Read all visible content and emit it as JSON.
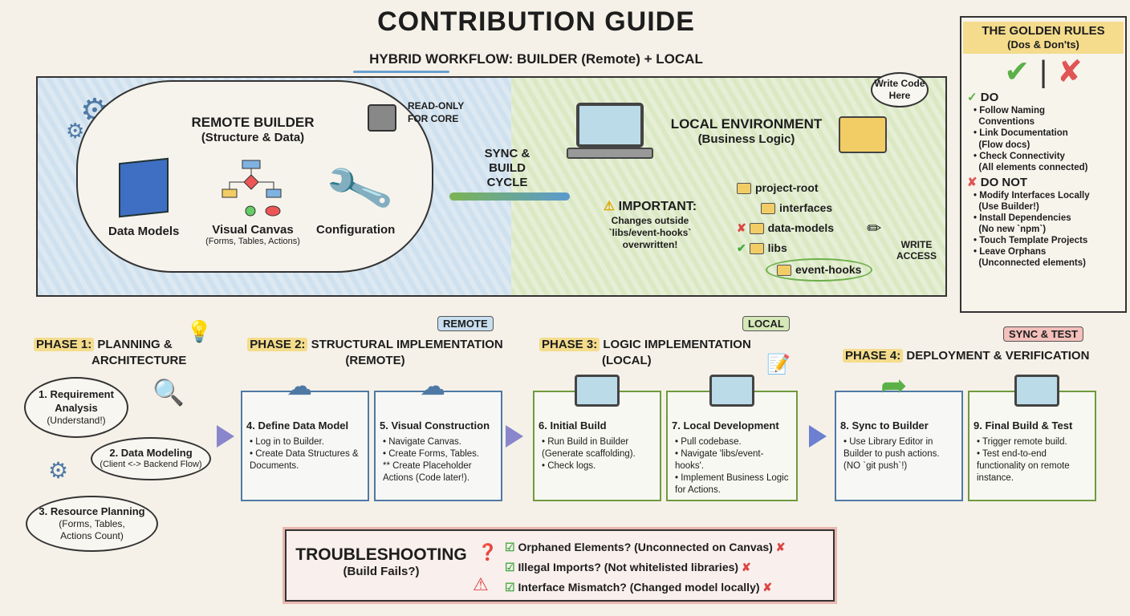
{
  "title": "CONTRIBUTION GUIDE",
  "subtitle": "HYBRID WORKFLOW: BUILDER (Remote) + LOCAL",
  "remote": {
    "title": "REMOTE BUILDER",
    "subtitle": "(Structure & Data)",
    "readonly": "READ-ONLY FOR CORE",
    "items": [
      {
        "label": "Data Models"
      },
      {
        "label": "Visual Canvas",
        "sub": "(Forms, Tables, Actions)"
      },
      {
        "label": "Configuration"
      }
    ]
  },
  "sync": "SYNC & BUILD CYCLE",
  "local": {
    "title": "LOCAL ENVIRONMENT",
    "subtitle": "(Business Logic)",
    "thought": "Write Code Here",
    "important_title": "IMPORTANT:",
    "important_text": "Changes outside `libs/event-hooks` overwritten!",
    "tree": [
      "project-root",
      "interfaces",
      "data-models",
      "libs",
      "event-hooks"
    ],
    "write_access": "WRITE ACCESS"
  },
  "rules": {
    "title": "THE GOLDEN RULES",
    "subtitle": "(Dos & Don'ts)",
    "do_label": "DO",
    "do": [
      [
        "Follow Naming",
        "Conventions"
      ],
      [
        "Link Documentation",
        "(Flow docs)"
      ],
      [
        "Check Connectivity",
        "(All elements connected)"
      ]
    ],
    "dont_label": "DO NOT",
    "dont": [
      [
        "Modify Interfaces Locally",
        "(Use Builder!)"
      ],
      [
        "Install Dependencies",
        "(No new `npm`)"
      ],
      [
        "Touch Template Projects",
        ""
      ],
      [
        "Leave Orphans",
        "(Unconnected elements)"
      ]
    ]
  },
  "phases": [
    {
      "num": "PHASE 1:",
      "name": "PLANNING &",
      "name2": "ARCHITECTURE"
    },
    {
      "num": "PHASE 2:",
      "name": "STRUCTURAL IMPLEMENTATION",
      "name2": "(REMOTE)",
      "tag": "REMOTE"
    },
    {
      "num": "PHASE 3:",
      "name": "LOGIC IMPLEMENTATION",
      "name2": "(LOCAL)",
      "tag": "LOCAL"
    },
    {
      "num": "PHASE 4:",
      "name": "DEPLOYMENT & VERIFICATION",
      "tag": "SYNC & TEST"
    }
  ],
  "planning": [
    {
      "title": "1. Requirement",
      "title2": "Analysis",
      "sub": "(Understand!)"
    },
    {
      "title": "2. Data Modeling",
      "sub": "(Client <-> Backend Flow)"
    },
    {
      "title": "3. Resource Planning",
      "sub": "(Forms, Tables,",
      "sub2": "Actions Count)"
    }
  ],
  "steps": [
    {
      "title": "4. Define Data Model",
      "items": [
        "• Log in to Builder.",
        "• Create Data Structures & Documents."
      ]
    },
    {
      "title": "5. Visual Construction",
      "items": [
        "• Navigate Canvas.",
        "• Create Forms, Tables.",
        "** Create Placeholder Actions (Code later!)."
      ]
    },
    {
      "title": "6. Initial Build",
      "items": [
        "• Run Build in Builder (Generate scaffolding).",
        "• Check logs."
      ]
    },
    {
      "title": "7. Local Development",
      "items": [
        "• Pull codebase.",
        "• Navigate 'libs/event-hooks'.",
        "• Implement Business Logic for Actions."
      ]
    },
    {
      "title": "8. Sync to Builder",
      "items": [
        "• Use Library Editor in Builder to push actions.",
        "(NO `git push`!)"
      ]
    },
    {
      "title": "9. Final Build & Test",
      "items": [
        "• Trigger remote build.",
        "• Test end-to-end functionality on remote instance."
      ]
    }
  ],
  "troubleshooting": {
    "title": "TROUBLESHOOTING",
    "subtitle": "(Build Fails?)",
    "items": [
      "Orphaned Elements? (Unconnected on Canvas)",
      "Illegal Imports? (Not whitelisted libraries)",
      "Interface Mismatch? (Changed model locally)"
    ]
  }
}
